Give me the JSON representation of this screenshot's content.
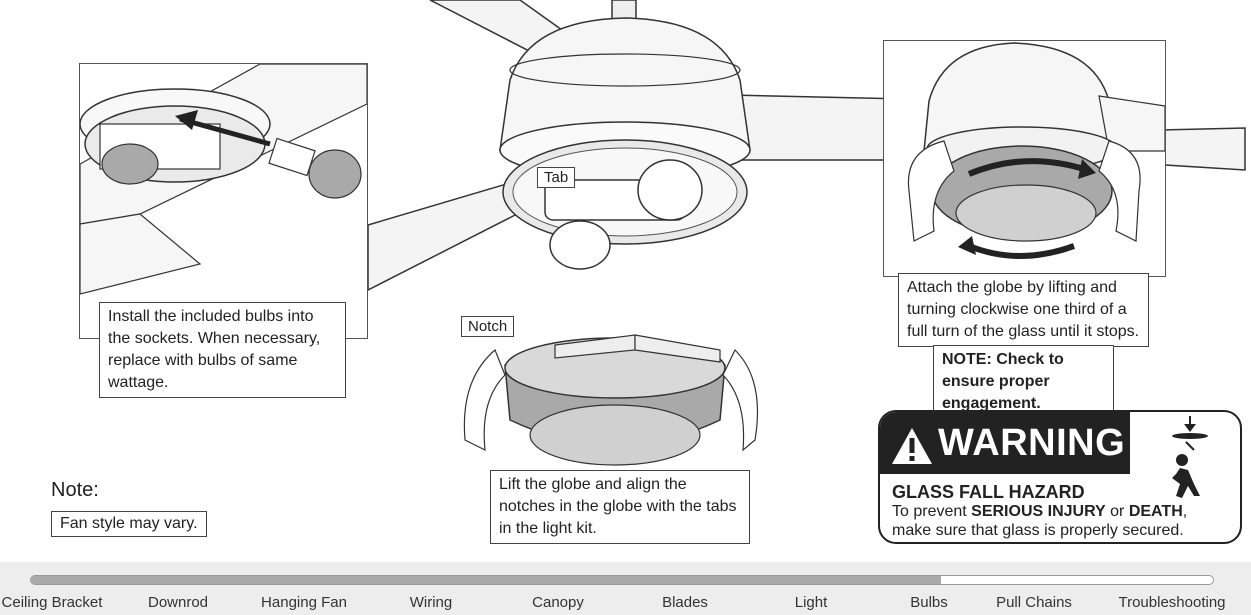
{
  "captions": {
    "bulbs": "Install the included bulbs into the sockets. When necessary, replace with bulbs of same wattage.",
    "globe": "Lift the globe and align the notches in the globe with the tabs in the light kit.",
    "attach": "Attach the globe by lifting and turning clockwise one third of a full turn of the glass until it stops.",
    "note_engagement": "NOTE: Check to ensure proper engagement."
  },
  "labels": {
    "tab": "Tab",
    "notch": "Notch"
  },
  "note": {
    "heading": "Note:",
    "text": "Fan style may vary."
  },
  "warning": {
    "title": "WARNING",
    "hazard": "GLASS FALL HAZARD",
    "prefix": "To prevent ",
    "injury": "SERIOUS INJURY",
    "or": " or ",
    "death": "DEATH",
    "suffix": ", make sure that glass is properly secured."
  },
  "progress": {
    "fraction": 0.77,
    "steps": [
      "Ceiling Bracket",
      "Downrod",
      "Hanging Fan",
      "Wiring",
      "Canopy",
      "Blades",
      "Light",
      "Bulbs",
      "Pull Chains",
      "Troubleshooting"
    ],
    "colors": {
      "fill": "#a9a9a9",
      "track": "#ffffff",
      "background": "#ededed"
    }
  }
}
